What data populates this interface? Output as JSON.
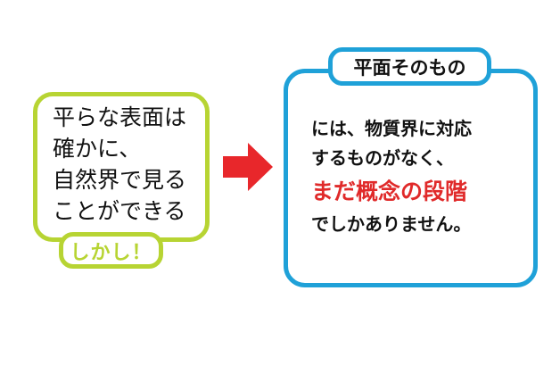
{
  "left_panel": {
    "lines": [
      "平らな表面は",
      "確かに、",
      "自然界で見る",
      "ことができる"
    ],
    "tag": "しかし！"
  },
  "arrow": {
    "icon": "right-arrow-icon",
    "color": "#e8272b"
  },
  "right_panel": {
    "title": "平面そのもの",
    "lines": [
      "には、物質界に対応",
      "するものがなく、",
      "まだ概念の段階",
      "でしかありません。"
    ],
    "highlight_color": "#e02a2a"
  },
  "colors": {
    "left_border": "#b7d433",
    "right_border": "#1fa1d8",
    "text": "#111111"
  }
}
